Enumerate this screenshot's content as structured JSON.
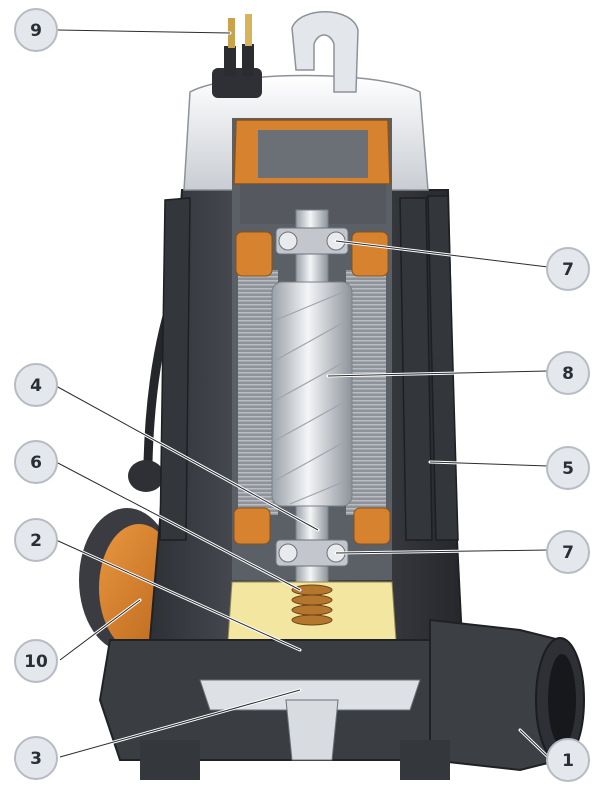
{
  "callouts": [
    {
      "id": "c1",
      "label": "1"
    },
    {
      "id": "c2",
      "label": "2"
    },
    {
      "id": "c3",
      "label": "3"
    },
    {
      "id": "c4",
      "label": "4"
    },
    {
      "id": "c5",
      "label": "5"
    },
    {
      "id": "c6",
      "label": "6"
    },
    {
      "id": "c7a",
      "label": "7"
    },
    {
      "id": "c7b",
      "label": "7"
    },
    {
      "id": "c8",
      "label": "8"
    },
    {
      "id": "c9",
      "label": "9"
    },
    {
      "id": "c10",
      "label": "10"
    }
  ],
  "colors": {
    "casing": "#3d4046",
    "casing_dark": "#2b2d32",
    "casing_light": "#5a5e65",
    "cap_silver": "#e9ebee",
    "orange": "#d9822b",
    "yellow": "#f3e7a3",
    "badge_fill": "#e4e7ec",
    "badge_stroke": "#b7bcc4",
    "leader": "#ffffff"
  }
}
